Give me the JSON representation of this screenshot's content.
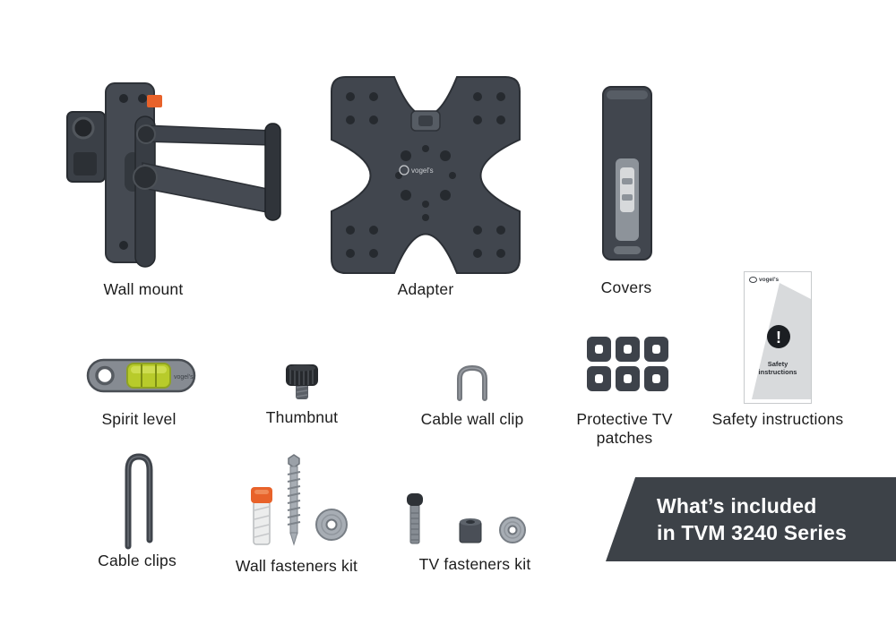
{
  "brand": {
    "name": "vogel's"
  },
  "labels": {
    "wall_mount": "Wall mount",
    "adapter": "Adapter",
    "covers": "Covers",
    "spirit_level": "Spirit level",
    "thumbnut": "Thumbnut",
    "cable_wall_clip": "Cable wall clip",
    "protective_tv_patches": "Protective TV patches",
    "safety_instructions": "Safety instructions",
    "cable_clips": "Cable clips",
    "wall_fasteners_kit": "Wall fasteners kit",
    "tv_fasteners_kit": "TV fasteners kit"
  },
  "safety_card": {
    "card_text": "Safety instructions",
    "exclamation": "!"
  },
  "banner": {
    "line1": "What’s included",
    "line2": "in TVM 3240 Series"
  },
  "colors": {
    "item_dark": "#41464e",
    "accent_orange": "#e8622a",
    "level_green": "#b8cb2b",
    "banner_bg": "#3d4248",
    "label_text": "#1c1c1c"
  }
}
